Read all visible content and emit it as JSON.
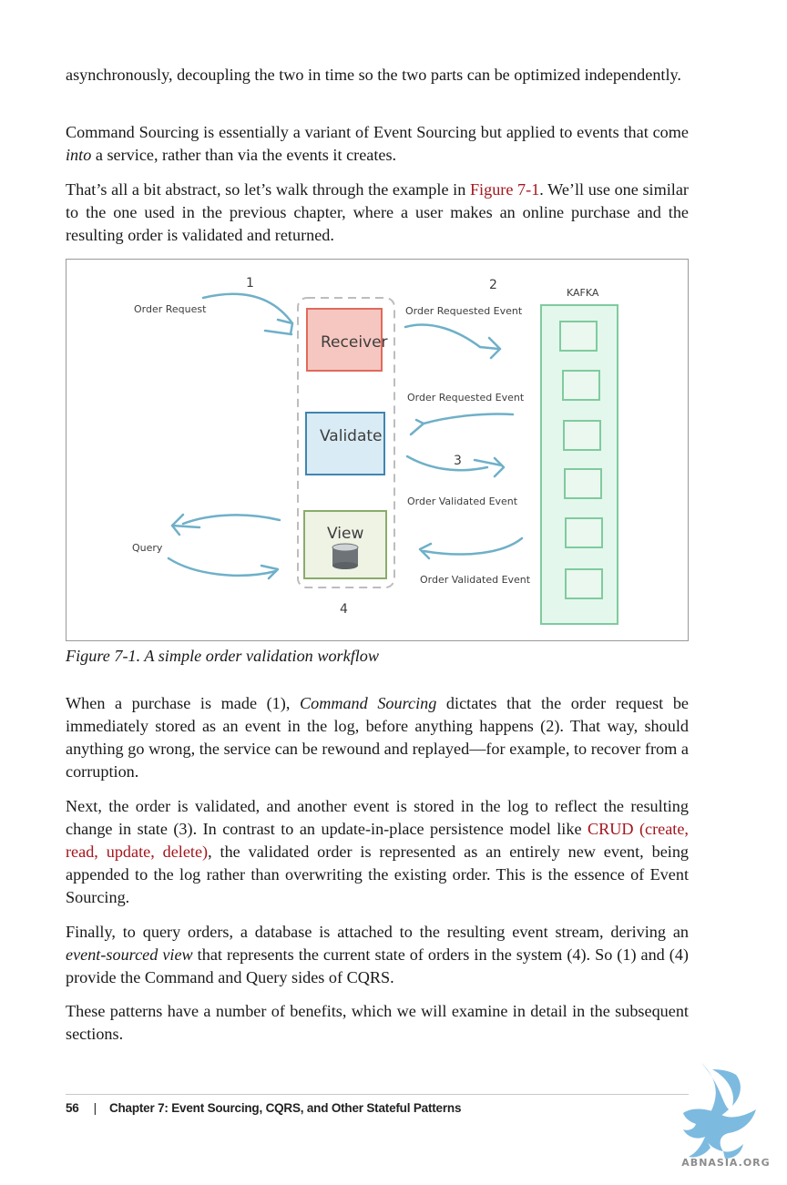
{
  "paragraphs": {
    "p1": "asynchronously, decoupling the two in time so the two parts can be optimized independently.",
    "p2_a": "Command Sourcing is essentially a variant of Event Sourcing but applied to events that come ",
    "p2_em": "into",
    "p2_b": " a service, rather than via the events it creates.",
    "p3_a": "That’s all a bit abstract, so let’s walk through the example in ",
    "p3_link": "Figure 7-1",
    "p3_b": ". We’ll use one similar to the one used in the previous chapter, where a user makes an online purchase and the resulting order is validated and returned.",
    "p4_a": "When a purchase is made (1), ",
    "p4_em": "Command Sourcing",
    "p4_b": " dictates that the order request be immediately stored as an event in the log, before anything happens (2). That way, should anything go wrong, the service can be rewound and replayed—for example, to recover from a corruption.",
    "p5_a": "Next, the order is validated, and another event is stored in the log to reflect the resulting change in state (3). In contrast to an update-in-place persistence model like ",
    "p5_link": "CRUD (create, read, update, delete)",
    "p5_b": ", the validated order is represented as an entirely new event, being appended to the log rather than overwriting the exist­ing order. This is the essence of Event Sourcing.",
    "p6_a": "Finally, to query orders, a database is attached to the resulting event stream, deriving an ",
    "p6_em": "event-sourced view",
    "p6_b": " that represents the current state of orders in the system (4). So (1) and (4) provide the Command and Query sides of CQRS.",
    "p7": "These patterns have a number of benefits, which we will examine in detail in the subsequent sections."
  },
  "figure": {
    "caption": "Figure 7-1. A simple order validation workflow",
    "kafka_label": "KAFKA",
    "step_1": "1",
    "step_2": "2",
    "step_3": "3",
    "step_4": "4",
    "order_request": "Order Request",
    "receiver": "Receiver",
    "validate": "Validate",
    "view": "View",
    "query": "Query",
    "order_requested_event_1": "Order Requested Event",
    "order_requested_event_2": "Order Requested Event",
    "order_validated_event_1": "Order Validated Event",
    "order_validated_event_2": "Order Validated Event",
    "colors": {
      "arrow": "#6fb0c8",
      "receiver_fill": "#f6c7c0",
      "receiver_stroke": "#e06a5c",
      "validate_fill": "#d9ebf5",
      "validate_stroke": "#3f86b0",
      "view_fill": "#eef3e4",
      "view_stroke": "#8aab6a",
      "kafka_fill": "#e4f7ec",
      "kafka_stroke": "#7fcb9e"
    }
  },
  "footer": {
    "page_number": "56",
    "separator": "|",
    "chapter": "Chapter 7: Event Sourcing, CQRS, and Other Stateful Patterns"
  },
  "watermark": {
    "text": "ABNASIA.ORG",
    "icon": "pegasus-logo-icon"
  }
}
